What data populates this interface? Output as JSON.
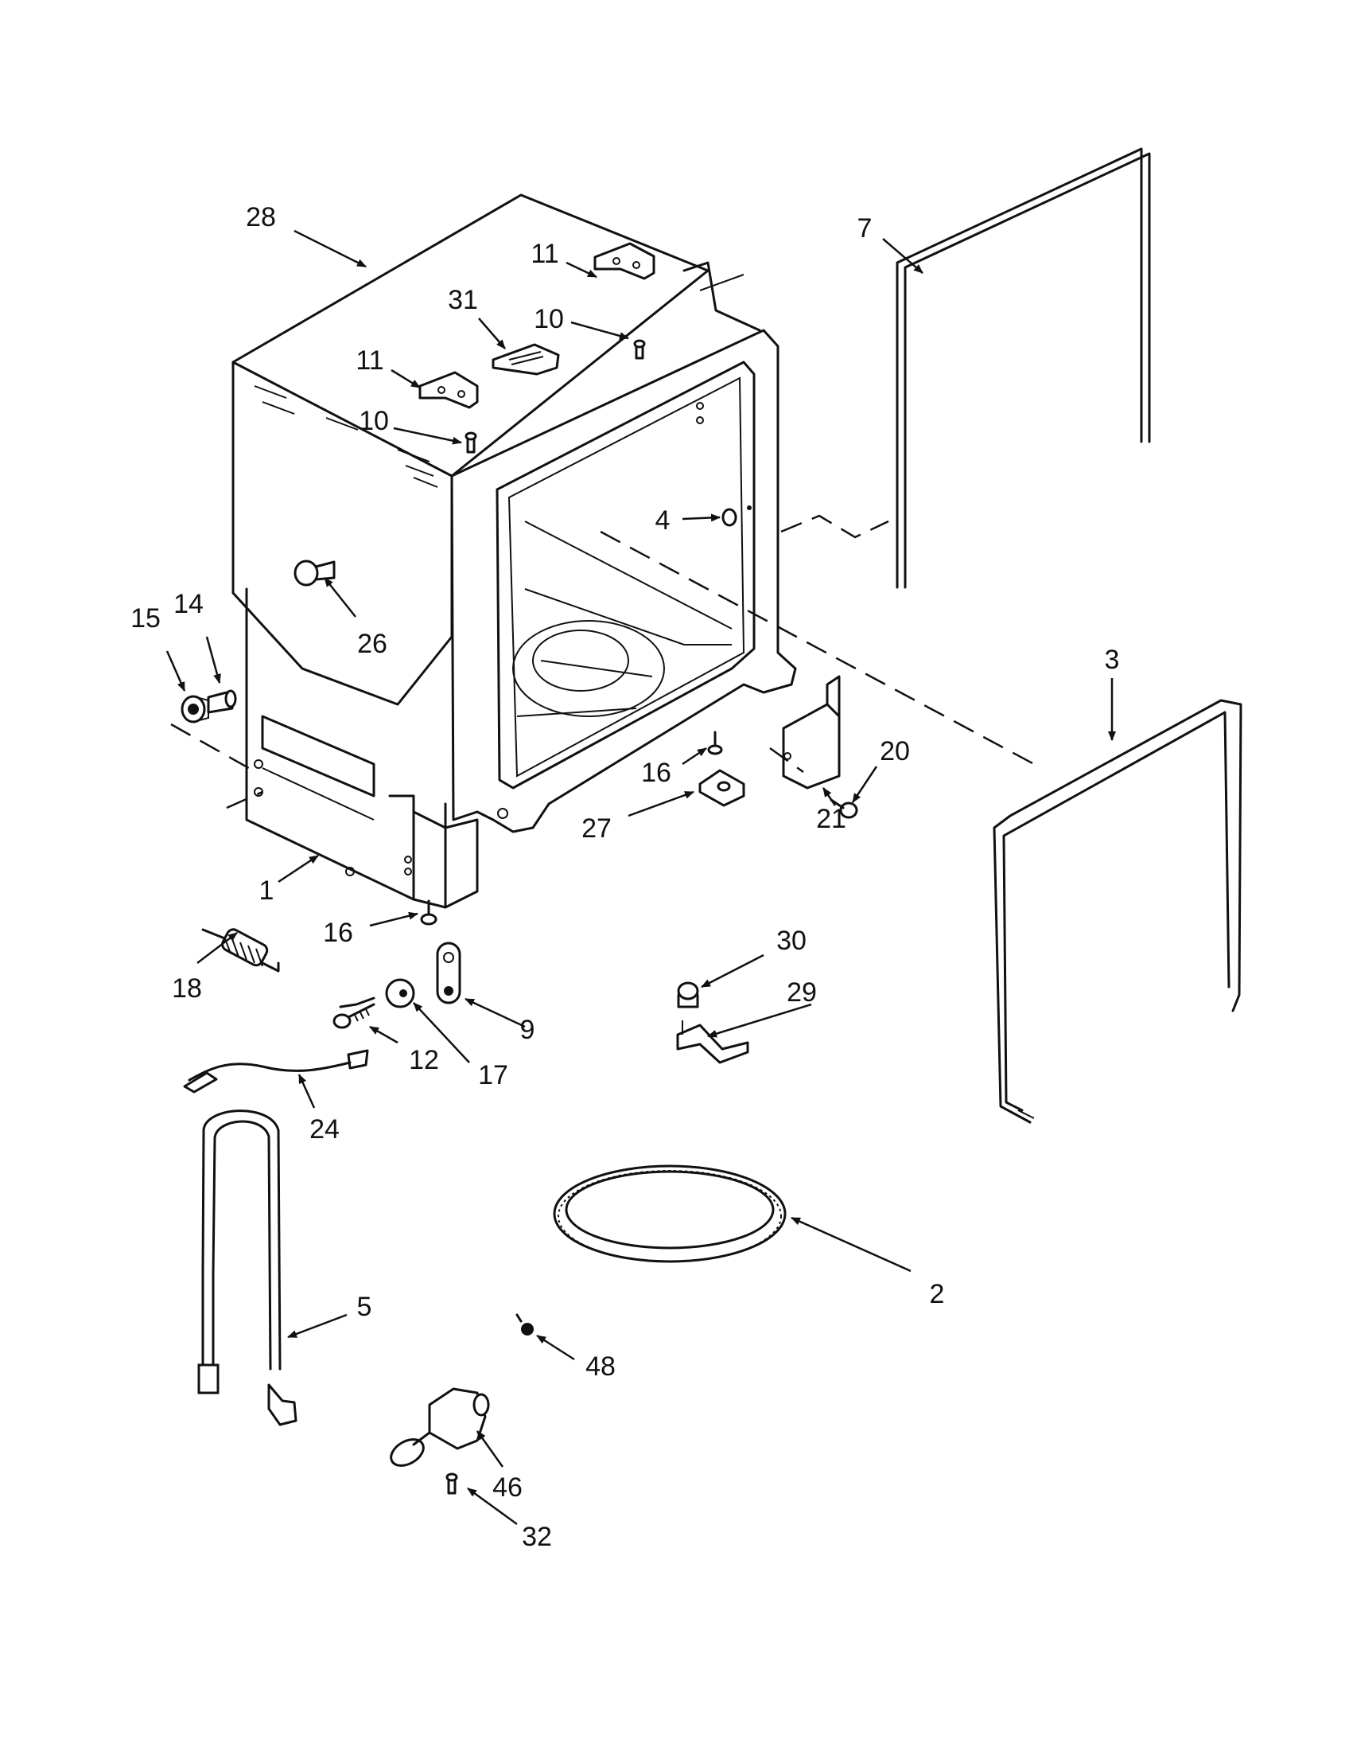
{
  "callouts": [
    {
      "id": "28",
      "text": "28"
    },
    {
      "id": "11a",
      "text": "11"
    },
    {
      "id": "31",
      "text": "31"
    },
    {
      "id": "10a",
      "text": "10"
    },
    {
      "id": "11b",
      "text": "11"
    },
    {
      "id": "10b",
      "text": "10"
    },
    {
      "id": "7",
      "text": "7"
    },
    {
      "id": "4",
      "text": "4"
    },
    {
      "id": "26",
      "text": "26"
    },
    {
      "id": "15",
      "text": "15"
    },
    {
      "id": "14",
      "text": "14"
    },
    {
      "id": "3",
      "text": "3"
    },
    {
      "id": "20",
      "text": "20"
    },
    {
      "id": "16a",
      "text": "16"
    },
    {
      "id": "21",
      "text": "21"
    },
    {
      "id": "27",
      "text": "27"
    },
    {
      "id": "1",
      "text": "1"
    },
    {
      "id": "16b",
      "text": "16"
    },
    {
      "id": "18",
      "text": "18"
    },
    {
      "id": "30",
      "text": "30"
    },
    {
      "id": "29",
      "text": "29"
    },
    {
      "id": "9",
      "text": "9"
    },
    {
      "id": "12",
      "text": "12"
    },
    {
      "id": "17",
      "text": "17"
    },
    {
      "id": "24",
      "text": "24"
    },
    {
      "id": "2",
      "text": "2"
    },
    {
      "id": "5",
      "text": "5"
    },
    {
      "id": "48",
      "text": "48"
    },
    {
      "id": "46",
      "text": "46"
    },
    {
      "id": "32",
      "text": "32"
    }
  ]
}
